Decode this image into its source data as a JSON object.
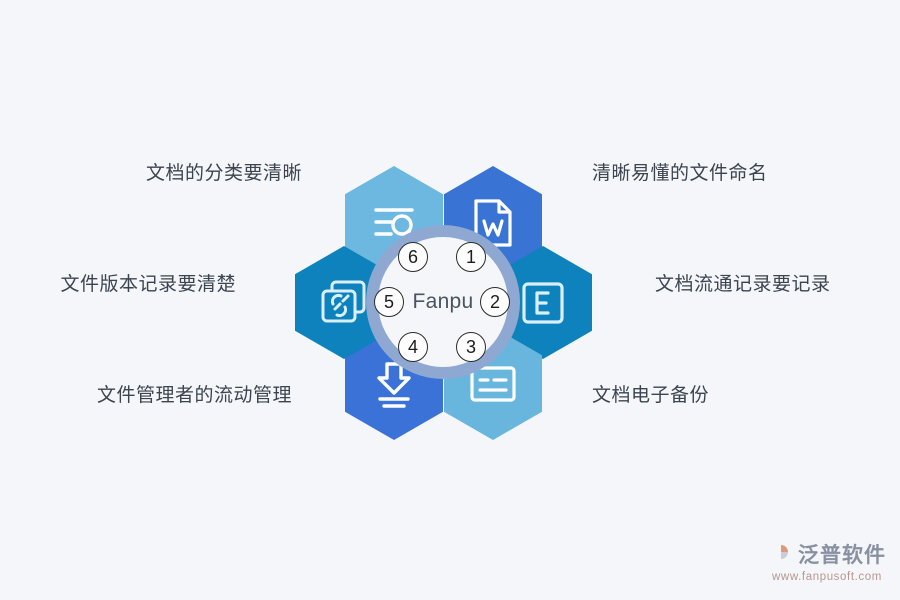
{
  "canvas": {
    "background_color": "#f4f6f9",
    "center_label": "Fanpu"
  },
  "diagram": {
    "type": "hexagon-cluster",
    "segments": [
      {
        "number": "1",
        "label": "清晰易懂的文件命名",
        "side": "right",
        "position": "top-right",
        "color": "#3973d4",
        "icon": "word-document-icon"
      },
      {
        "number": "2",
        "label": "文档流通记录要记录",
        "side": "right",
        "position": "right",
        "color": "#0d82bd",
        "icon": "excel-document-icon"
      },
      {
        "number": "3",
        "label": "文档电子备份",
        "side": "right",
        "position": "bottom-right",
        "color": "#68b5dd",
        "icon": "record-card-icon"
      },
      {
        "number": "4",
        "label": "文件管理者的流动管理",
        "side": "left",
        "position": "bottom-left",
        "color": "#3a72d8",
        "icon": "download-arrow-icon"
      },
      {
        "number": "5",
        "label": "文件版本记录要清楚",
        "side": "left",
        "position": "left",
        "color": "#0d82bd",
        "icon": "linked-pages-icon"
      },
      {
        "number": "6",
        "label": "文档的分类要清晰",
        "side": "left",
        "position": "top-left",
        "color": "#6cb8e0",
        "icon": "search-list-icon"
      }
    ],
    "ring_color": "#8fa8d2"
  },
  "watermark": {
    "brand": "泛普软件",
    "url": "www.fanpusoft.com",
    "mark_color": "#7d8698",
    "accent_color": "#d98f6e"
  }
}
